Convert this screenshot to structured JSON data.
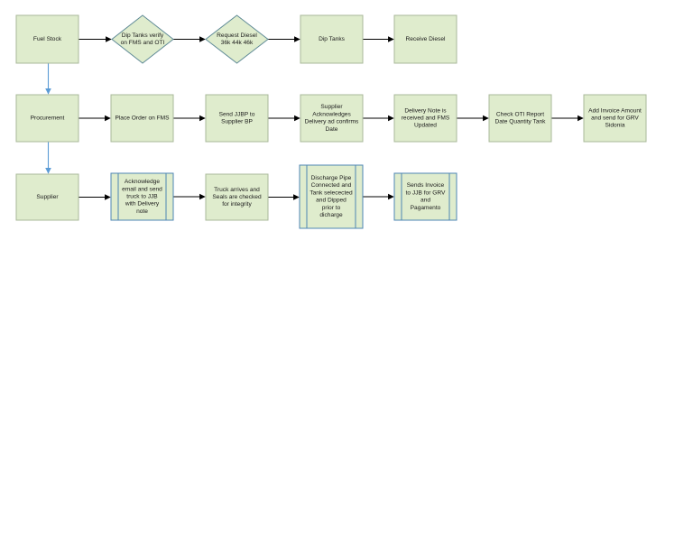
{
  "diagram": {
    "nodes": [
      {
        "id": "fuel-stock",
        "shape": "rect",
        "lines": [
          "Fuel Stock"
        ]
      },
      {
        "id": "dip-tanks-verify",
        "shape": "diamond",
        "lines": [
          "Dip Tanks  verify",
          "on FMS and OTI"
        ]
      },
      {
        "id": "request-diesel",
        "shape": "diamond",
        "lines": [
          "Request Diesel",
          "36k 44k 46k"
        ]
      },
      {
        "id": "dip-tanks",
        "shape": "rect",
        "lines": [
          "Dip Tanks"
        ]
      },
      {
        "id": "receive-diesel",
        "shape": "rect",
        "lines": [
          "Receive Diesel"
        ]
      },
      {
        "id": "procurement",
        "shape": "rect",
        "lines": [
          "Procurement"
        ]
      },
      {
        "id": "place-order",
        "shape": "rect",
        "lines": [
          "Place Order on FMS"
        ]
      },
      {
        "id": "send-jjbp",
        "shape": "rect",
        "lines": [
          "Send JJBP to",
          "Supplier BP"
        ]
      },
      {
        "id": "supplier-ack",
        "shape": "rect",
        "lines": [
          "Supplier",
          "Acknowledges",
          "Delivery ad confirms",
          "Date"
        ]
      },
      {
        "id": "delivery-note",
        "shape": "rect",
        "lines": [
          "Delivery Note is",
          "received and FMS",
          "Updated"
        ]
      },
      {
        "id": "check-oti",
        "shape": "rect",
        "lines": [
          "Check OTI Report",
          "Date Quantity Tank"
        ]
      },
      {
        "id": "add-invoice",
        "shape": "rect",
        "lines": [
          "Add Invoice Amount",
          "and send for GRV",
          "Sidonia"
        ]
      },
      {
        "id": "supplier",
        "shape": "rect",
        "lines": [
          "Supplier"
        ]
      },
      {
        "id": "acknowledge-email",
        "shape": "subprocess",
        "lines": [
          "Acknowledge",
          "email and send",
          "truck to JJB",
          "with Delivery",
          "note"
        ]
      },
      {
        "id": "truck-arrives",
        "shape": "rect",
        "lines": [
          "Truck arrives and",
          "Seals are checked",
          "for integrity"
        ]
      },
      {
        "id": "discharge-pipe",
        "shape": "subprocess",
        "lines": [
          "Discharge Pipe",
          "Connected and",
          "Tank selecected",
          "and Dipped",
          "prior to",
          "dicharge"
        ]
      },
      {
        "id": "sends-invoice",
        "shape": "subprocess",
        "lines": [
          "Sends Invoice",
          "to JJB for GRV",
          "and",
          "Pagamento"
        ]
      }
    ],
    "edges": [
      {
        "from": "fuel-stock",
        "to": "dip-tanks-verify",
        "style": "black"
      },
      {
        "from": "dip-tanks-verify",
        "to": "request-diesel",
        "style": "black"
      },
      {
        "from": "request-diesel",
        "to": "dip-tanks",
        "style": "black"
      },
      {
        "from": "dip-tanks",
        "to": "receive-diesel",
        "style": "black"
      },
      {
        "from": "fuel-stock",
        "to": "procurement",
        "style": "blue"
      },
      {
        "from": "procurement",
        "to": "place-order",
        "style": "black"
      },
      {
        "from": "place-order",
        "to": "send-jjbp",
        "style": "black"
      },
      {
        "from": "send-jjbp",
        "to": "supplier-ack",
        "style": "black"
      },
      {
        "from": "supplier-ack",
        "to": "delivery-note",
        "style": "black"
      },
      {
        "from": "delivery-note",
        "to": "check-oti",
        "style": "black"
      },
      {
        "from": "check-oti",
        "to": "add-invoice",
        "style": "black"
      },
      {
        "from": "procurement",
        "to": "supplier",
        "style": "blue"
      },
      {
        "from": "supplier",
        "to": "acknowledge-email",
        "style": "black"
      },
      {
        "from": "acknowledge-email",
        "to": "truck-arrives",
        "style": "black"
      },
      {
        "from": "truck-arrives",
        "to": "discharge-pipe",
        "style": "black"
      },
      {
        "from": "discharge-pipe",
        "to": "sends-invoice",
        "style": "black"
      }
    ]
  },
  "colors": {
    "node_fill": "#dfeccd",
    "node_border": "#a9b89a",
    "diamond_border": "#5f8a96",
    "subprocess_border": "#4d86b4",
    "connector_black": "#000000",
    "connector_blue": "#5b9bd5"
  }
}
